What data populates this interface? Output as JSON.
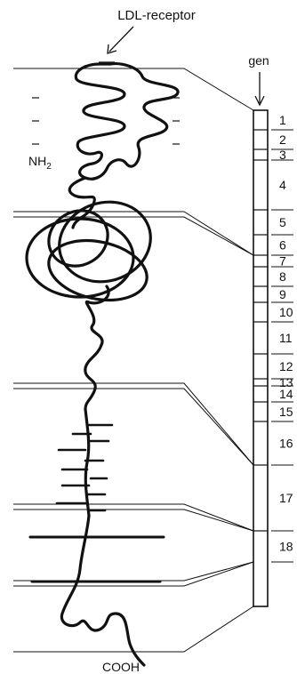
{
  "labels": {
    "receptor": "LDL-receptor",
    "gene": "gen",
    "n_terminus": "NH",
    "n_terminus_sub": "2",
    "c_terminus": "COOH"
  },
  "exons": [
    "1",
    "2",
    "3",
    "4",
    "5",
    "6",
    "7",
    "8",
    "9",
    "10",
    "11",
    "12",
    "13",
    "14",
    "15",
    "16",
    "17",
    "18"
  ],
  "colors": {
    "ink": "#111111",
    "background": "#ffffff"
  }
}
